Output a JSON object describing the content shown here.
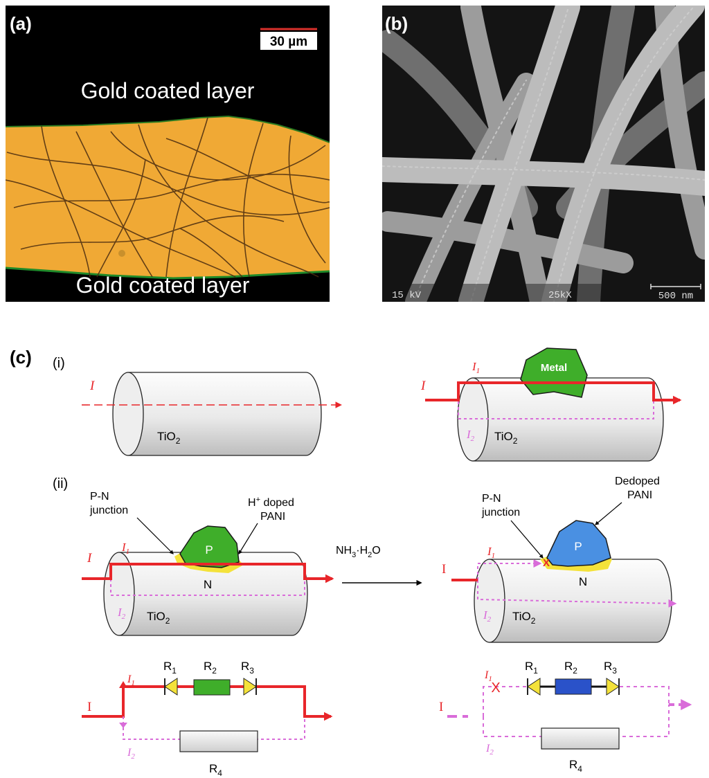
{
  "panel_a": {
    "label": "(a)",
    "scale_bar": "30 µm",
    "top_layer_label": "Gold coated layer",
    "bottom_layer_label": "Gold coated layer",
    "colors": {
      "background": "#000000",
      "film": "#f0a935",
      "fiber": "#4a2c10"
    }
  },
  "panel_b": {
    "label": "(b)",
    "voltage": "15 kV",
    "magnification": "25kX",
    "scale_bar": "500 nm",
    "colors": {
      "background": "#111111",
      "fiber": "#b8b8b8"
    }
  },
  "panel_c": {
    "label": "(c)",
    "sub_i": {
      "label": "(i)",
      "left": {
        "current": "I",
        "material": "TiO",
        "material_sub": "2"
      },
      "right": {
        "current_1": "I",
        "current_1_sub": "1",
        "current_2": "I",
        "current_2_sub": "2",
        "current": "I",
        "metal": "Metal",
        "material": "TiO",
        "material_sub": "2"
      }
    },
    "sub_ii": {
      "label": "(ii)",
      "left": {
        "pn_label_1": "P-N",
        "pn_label_2": "junction",
        "pani_label_1_pre": "H",
        "pani_label_1_sup": "+",
        "pani_label_1_post": " doped",
        "pani_label_2": "PANI",
        "p": "P",
        "n": "N",
        "current": "I",
        "current_1": "I",
        "current_1_sub": "1",
        "current_2": "I",
        "current_2_sub": "2",
        "material": "TiO",
        "material_sub": "2"
      },
      "arrow_label_pre": "NH",
      "arrow_label_sub1": "3",
      "arrow_label_mid": "·H",
      "arrow_label_sub2": "2",
      "arrow_label_post": "O",
      "right": {
        "pani_label_1": "Dedoped",
        "pani_label_2": "PANI",
        "pn_label_1": "P-N",
        "pn_label_2": "junction",
        "p": "P",
        "n": "N",
        "x_mark": "X",
        "current": "I",
        "current_1": "I",
        "current_1_sub": "1",
        "current_2": "I",
        "current_2_sub": "2",
        "material": "TiO",
        "material_sub": "2"
      }
    },
    "circuits": {
      "left": {
        "current": "I",
        "i1": "I",
        "i1_sub": "1",
        "i2": "I",
        "i2_sub": "2",
        "r1": "R",
        "r1_sub": "1",
        "r2": "R",
        "r2_sub": "2",
        "r3": "R",
        "r3_sub": "3",
        "r4": "R",
        "r4_sub": "4"
      },
      "right": {
        "current": "I",
        "i1": "I",
        "i1_sub": "1",
        "i2": "I",
        "i2_sub": "2",
        "r1": "R",
        "r1_sub": "1",
        "r2": "R",
        "r2_sub": "2",
        "r3": "R",
        "r3_sub": "3",
        "r4": "R",
        "r4_sub": "4",
        "x_mark": "X"
      }
    },
    "colors": {
      "current_red": "#e8262a",
      "current_pink": "#d96cd9",
      "doped_pani": "#3fae2a",
      "dedoped_pani": "#4a90e2",
      "junction_yellow": "#f4e23a",
      "r2_blue": "#2a52c9"
    }
  }
}
